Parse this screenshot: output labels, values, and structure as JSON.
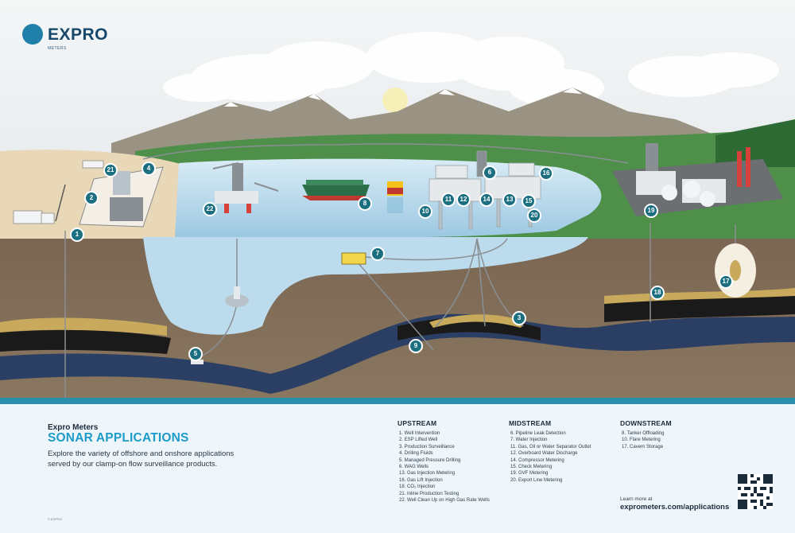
{
  "logo": {
    "name": "EXPRO",
    "sub": "METERS"
  },
  "callouts": [
    "1",
    "2",
    "21",
    "4",
    "22",
    "8",
    "7",
    "9",
    "3",
    "5",
    "10",
    "11",
    "12",
    "6",
    "14",
    "13",
    "15",
    "16",
    "20",
    "19",
    "18",
    "17"
  ],
  "footer": {
    "brand": "Expro Meters",
    "heading": "SONAR APPLICATIONS",
    "intro": "Explore the variety of offshore and onshore applications served by our clamp-on flow surveillance products.",
    "copyright": "© EXPRO",
    "learn_more": "Learn more at",
    "url": "exprometers.com/applications"
  },
  "columns": [
    {
      "title": "UPSTREAM",
      "items": [
        "1. Well Intervention",
        "2. ESP Lifted Well",
        "3. Production Surveillance",
        "4. Drilling Fluids",
        "5. Managed Pressure Drilling",
        "6. WAG Wells",
        "13. Gas Injection Metering",
        "16. Gas Lift Injection",
        "18. CO₂ Injection",
        "21. Inline Production Testing",
        "22. Well Clean Up on High Gas Rate Wells"
      ]
    },
    {
      "title": "MIDSTREAM",
      "items": [
        "6. Pipeline Leak Detection",
        "7. Water Injection",
        "11. Gas, Oil or Water Separator Outlet",
        "12. Overboard Water Discharge",
        "14. Compressor Metering",
        "15. Check Metering",
        "19. GVF Metering",
        "20. Export Line Metering"
      ]
    },
    {
      "title": "DOWNSTREAM",
      "items": [
        "8. Tanker Offloading",
        "10. Flare Metering",
        "17. Cavern Storage"
      ]
    }
  ]
}
